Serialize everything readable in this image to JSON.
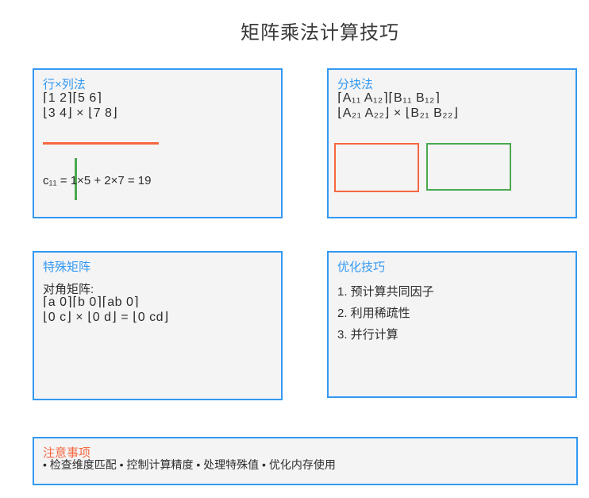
{
  "title": "矩阵乘法计算技巧",
  "colors": {
    "panel_border_blue": "#3399f2",
    "heading_blue": "#3399f2",
    "accent_orange": "#f6673f",
    "accent_green": "#4aa94e",
    "panel_background": "#f4f4f5",
    "text_dark": "#2d2d2d"
  },
  "panels": {
    "row_col": {
      "heading": "行×列法",
      "matrix_line1": "⌈1 2⌉⌈5 6⌉",
      "matrix_line2": "⌊3 4⌋ × ⌊7 8⌋",
      "equation": "c₁₁ = 1×5 + 2×7 = 19"
    },
    "block": {
      "heading": "分块法",
      "matrix_line1": "⌈A₁₁ A₁₂⌉⌈B₁₁ B₁₂⌉",
      "matrix_line2": "⌊A₂₁ A₂₂⌋ × ⌊B₂₁ B₂₂⌋"
    },
    "special": {
      "heading": "特殊矩阵",
      "label": "对角矩阵:",
      "matrix_line1": "⌈a 0⌉⌈b 0⌉⌈ab 0⌉",
      "matrix_line2": "⌊0 c⌋ × ⌊0 d⌋ = ⌊0 cd⌋"
    },
    "optimize": {
      "heading": "优化技巧",
      "items": [
        "1. 预计算共同因子",
        "2. 利用稀疏性",
        "3. 并行计算"
      ]
    },
    "notes": {
      "heading": "注意事项",
      "text": "• 检查维度匹配 • 控制计算精度 • 处理特殊值 • 优化内存使用"
    }
  }
}
